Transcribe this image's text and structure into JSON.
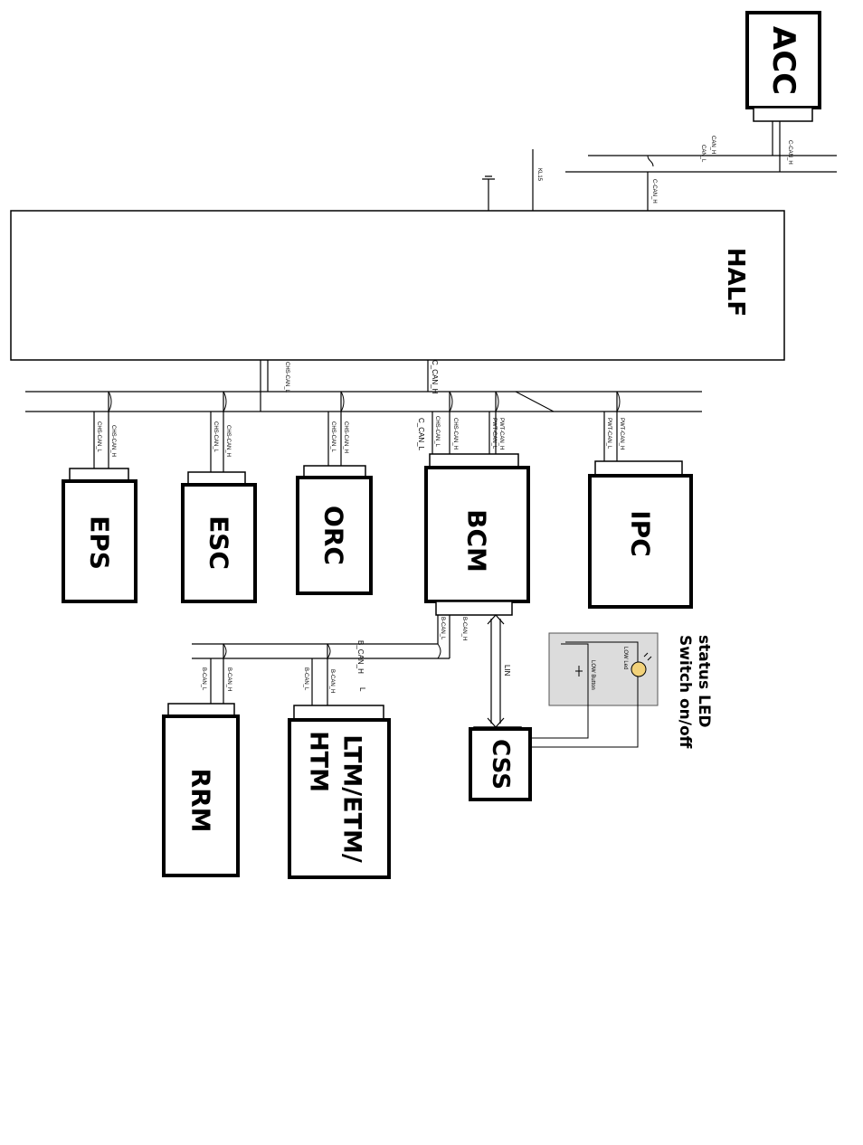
{
  "modules": {
    "acc": "ACC",
    "half": "HALF",
    "eps": "EPS",
    "esc": "ESC",
    "orc": "ORC",
    "bcm": "BCM",
    "ipc": "IPC",
    "rrm": "RRM",
    "ltm_line1": "LTM/ETM/",
    "ltm_line2": "HTM",
    "css": "CSS"
  },
  "bus_labels": {
    "can_h": "CAN_H",
    "can_l": "CAN_L",
    "kl15": "KL15",
    "c_can_h": "C_CAN_H",
    "c_can_l": "C_CAN_L",
    "b_can_h": "B_CAN_H",
    "b_can_l": "L",
    "lin": "LIN"
  },
  "pin_labels": {
    "ccan_h": "C-CAN_H",
    "chs_can_l": "CHS-CAN_L",
    "chs_can_h": "CHS-CAN_H",
    "pwt_can_l": "PWT-CAN_L",
    "pwt_can_h": "PWT-CAN_H",
    "b_can_h": "B-CAN_H",
    "b_can_l": "B-CAN_L"
  },
  "switch_panel": {
    "led": "LOW Led",
    "button": "LOW Button"
  },
  "annotation": {
    "line1": "status LED",
    "line2": "Switch on/off"
  }
}
